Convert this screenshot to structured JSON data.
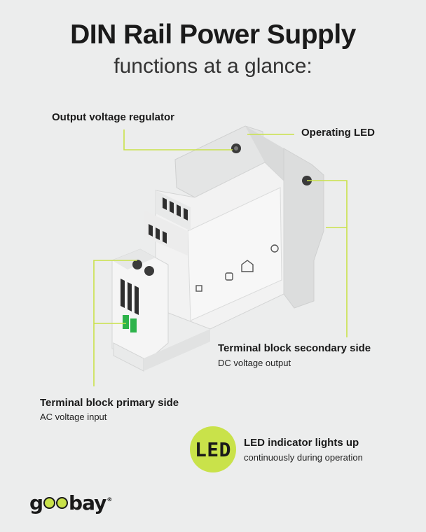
{
  "header": {
    "title": "DIN Rail Power Supply",
    "subtitle": "functions at a glance:"
  },
  "callouts": {
    "output_voltage": "Output voltage regulator",
    "operating_led": "Operating LED",
    "secondary": {
      "title": "Terminal block secondary side",
      "desc": "DC voltage output"
    },
    "primary": {
      "title": "Terminal block primary side",
      "desc": "AC voltage input"
    }
  },
  "led_feature": {
    "badge": "LED",
    "title": "LED indicator lights up",
    "desc": "continuously during operation"
  },
  "brand": {
    "logo_text": "goobay",
    "accent_color": "#c9e24a",
    "line_color": "#c9e24a"
  }
}
